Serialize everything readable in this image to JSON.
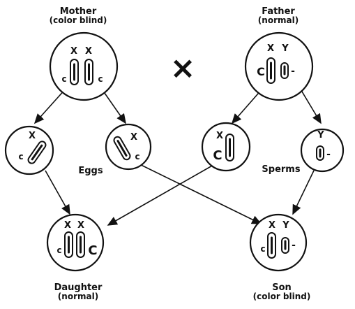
{
  "labels": {
    "mother_top": "Mother",
    "mother_bottom": "(color blind)",
    "father_top": "Father",
    "father_bottom": "(normal)",
    "cross": "×",
    "eggs": "Eggs",
    "sperms": "Sperms",
    "daughter_top": "Daughter",
    "daughter_bottom": "(normal)",
    "son_top": "Son",
    "son_bottom": "(color blind)"
  },
  "chromosome_letters": {
    "X": "X",
    "Y": "Y",
    "c_small": "c",
    "C_big": "C",
    "minus": "-"
  }
}
